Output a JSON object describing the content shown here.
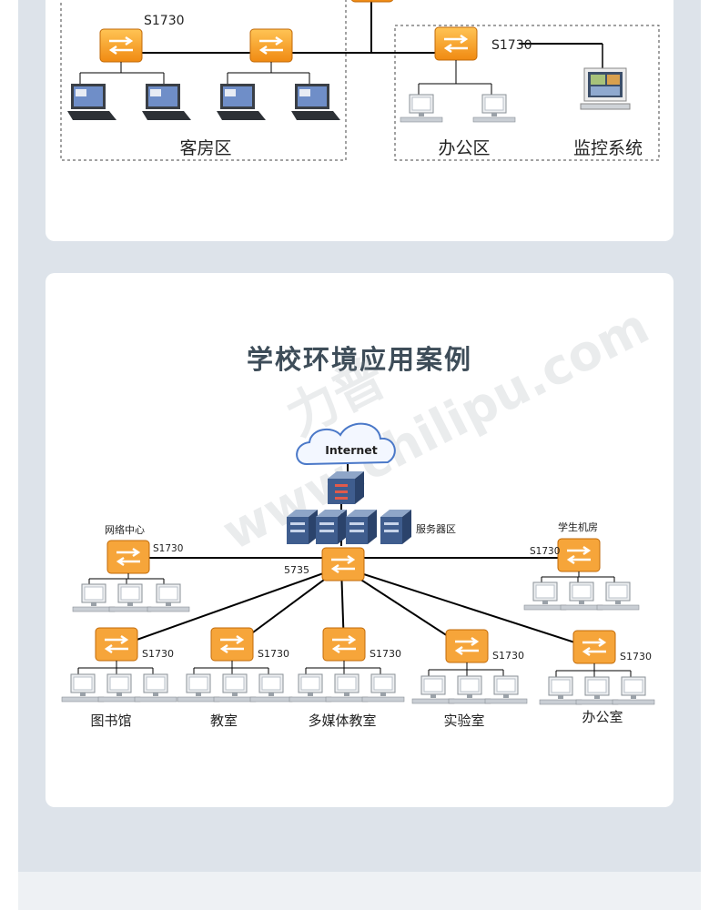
{
  "top_diagram": {
    "switch_label_left": "S1730",
    "switch_label_right": "S1730",
    "zone_guest": "客房区",
    "zone_office": "办公区",
    "zone_monitor": "监控系统"
  },
  "school": {
    "title": "学校环境应用案例",
    "internet": "Internet",
    "server_zone": "服务器区",
    "core_model": "5735",
    "network_center": "网络中心",
    "student_lab": "学生机房",
    "access_model": "S1730",
    "branches": [
      {
        "label": "图书馆",
        "model": "S1730"
      },
      {
        "label": "教室",
        "model": "S1730"
      },
      {
        "label": "多媒体教室",
        "model": "S1730"
      },
      {
        "label": "实验室",
        "model": "S1730"
      },
      {
        "label": "办公室",
        "model": "S1730"
      }
    ]
  },
  "watermark": {
    "brand": "力普",
    "url": "www.chilipu.com"
  }
}
